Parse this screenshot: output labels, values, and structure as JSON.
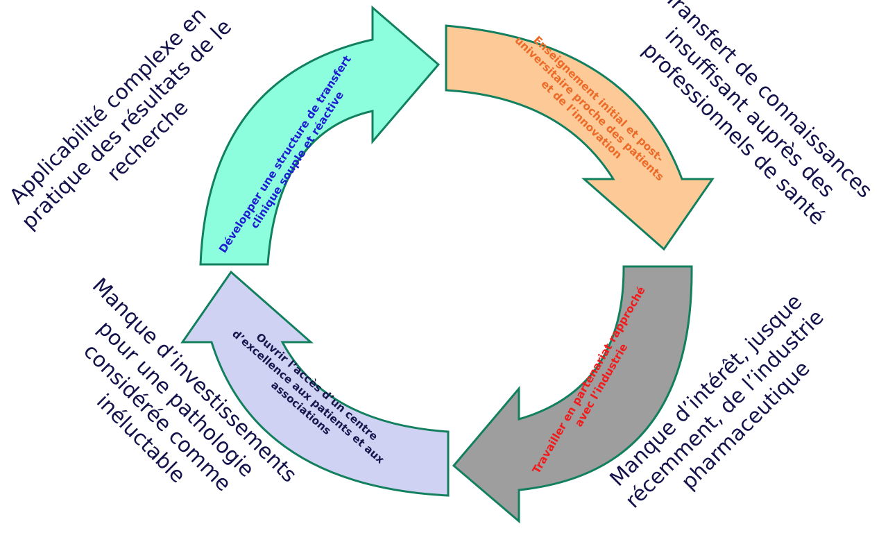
{
  "diagram": {
    "type": "cycle",
    "stroke_color": "#12805e",
    "arrows": [
      {
        "id": "teal",
        "position": "top-left",
        "direction": "clockwise-right",
        "fill": "#8cfedd",
        "text_color": "#1e1ed0",
        "lines": [
          "Développer une structure de transfert",
          "clinique souple et réactive"
        ]
      },
      {
        "id": "orange",
        "position": "top-right",
        "direction": "clockwise-down",
        "fill": "#fcc997",
        "text_color": "#ec6b28",
        "lines": [
          "Enseignement initial et post-",
          "universitaire proche des patients",
          "et de l’innovation"
        ]
      },
      {
        "id": "gray",
        "position": "bottom-right",
        "direction": "clockwise-left",
        "fill": "#9e9e9e",
        "text_color": "#f21b1b",
        "lines": [
          "Travailler en partenariat rapproché",
          "avec l’industrie"
        ]
      },
      {
        "id": "lilac",
        "position": "bottom-left",
        "direction": "clockwise-up",
        "fill": "#d0d2f3",
        "text_color": "#17174e",
        "lines": [
          "Ouvrir l’accès d’un centre",
          "d’excellence aux patients et aux",
          "associations"
        ]
      }
    ],
    "problems": [
      {
        "id": "top-left",
        "lines": [
          "Applicabilité complexe en",
          "pratique des résultats de le",
          "recherche"
        ]
      },
      {
        "id": "top-right",
        "lines": [
          "Transfert de connaissances",
          "insuffisant auprès des",
          "professionnels de santé"
        ]
      },
      {
        "id": "bottom-right",
        "lines": [
          "Manque d’intérêt, jusque",
          "récemment, de l’industrie",
          "pharmaceutique"
        ]
      },
      {
        "id": "bottom-left",
        "lines": [
          "Manque d’investissements",
          "pour une pathologie",
          "considérée comme",
          "inéluctable"
        ]
      }
    ]
  }
}
